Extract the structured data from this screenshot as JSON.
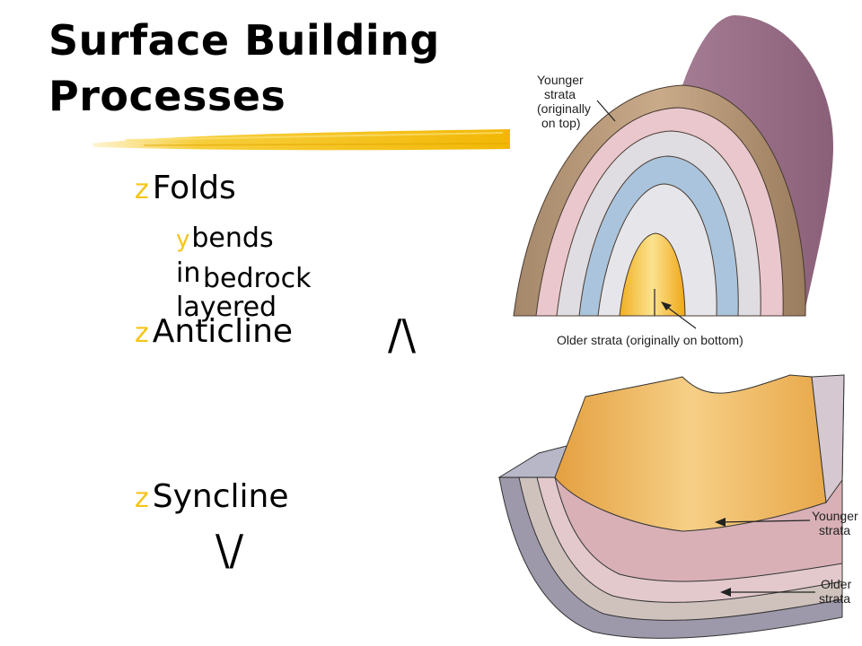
{
  "slide": {
    "title_line1": "Surface Building",
    "title_line2": "Processes",
    "accent_color": "#f5c518",
    "bullets": {
      "folds": {
        "marker": "z",
        "text": "Folds"
      },
      "folds_sub": {
        "marker": "y",
        "line1": "bends in layered",
        "line2": "bedrock"
      },
      "anticline": {
        "marker": "z",
        "text": "Anticline",
        "symbol": "/\\"
      },
      "syncline": {
        "marker": "z",
        "text": "Syncline",
        "symbol": "\\/"
      }
    }
  },
  "anticline_figure": {
    "label_younger": [
      "Younger",
      "strata",
      "(originally",
      "on top)"
    ],
    "label_older": "Older strata (originally on bottom)",
    "icon": "anticline-cross-section"
  },
  "syncline_figure": {
    "label_younger": [
      "Younger",
      "strata"
    ],
    "label_older": [
      "Older",
      "strata"
    ],
    "icon": "syncline-cross-section"
  }
}
